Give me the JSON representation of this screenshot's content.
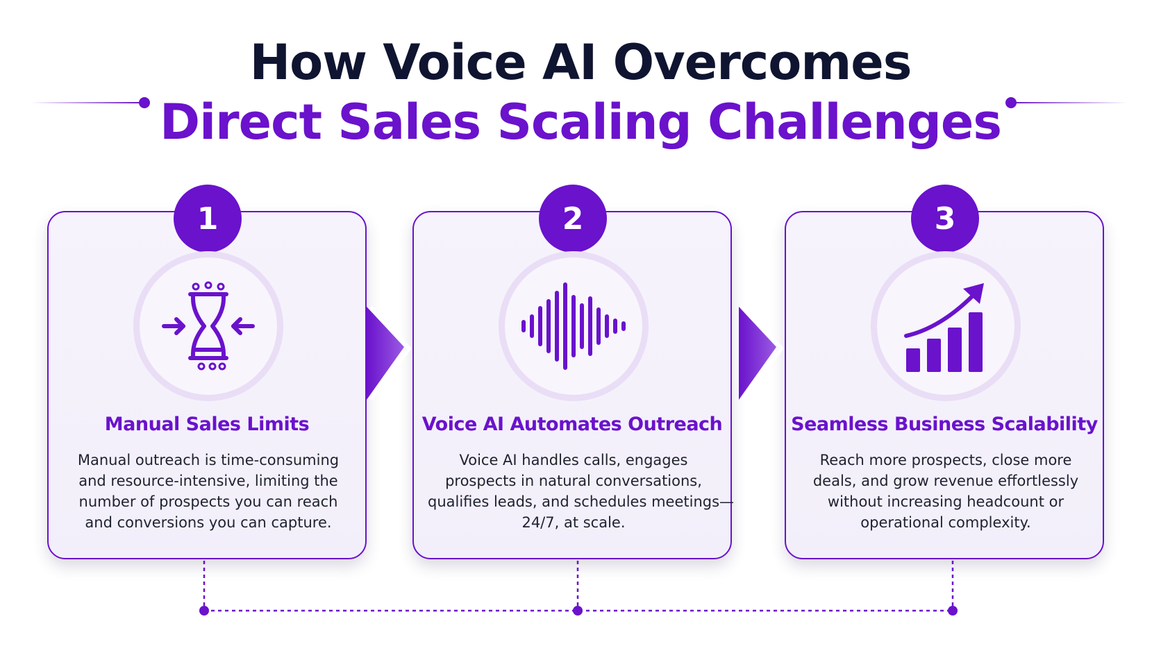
{
  "header": {
    "title_line1": "How Voice AI Overcomes",
    "title_line2": "Direct Sales Scaling Challenges"
  },
  "colors": {
    "accent": "#6a12cc",
    "title_dark": "#0f1430",
    "card_bg": "#f4f0fb",
    "body_text": "#1f2230"
  },
  "steps": [
    {
      "number": "1",
      "icon": "hourglass-compress-icon",
      "title": "Manual Sales Limits",
      "lines": [
        "Manual outreach is time-consuming",
        "and resource-intensive, limiting the",
        "number of prospects you can reach",
        "and conversions you can capture."
      ]
    },
    {
      "number": "2",
      "icon": "sound-wave-icon",
      "title": "Voice AI Automates Outreach",
      "lines": [
        "Voice AI handles calls, engages",
        "prospects in natural conversations,",
        "qualifies leads, and schedules meetings—",
        "24/7, at scale."
      ]
    },
    {
      "number": "3",
      "icon": "growth-chart-icon",
      "title": "Seamless Business Scalability",
      "lines": [
        "Reach more prospects, close more",
        "deals, and grow revenue effortlessly",
        "without increasing headcount or",
        "operational complexity."
      ]
    }
  ]
}
